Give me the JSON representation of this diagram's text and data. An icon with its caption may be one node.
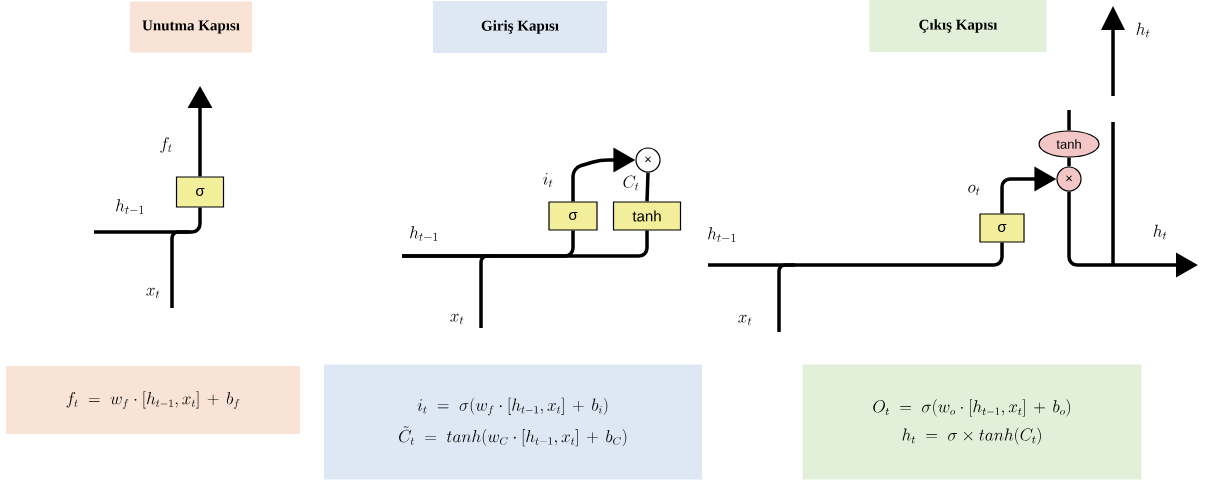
{
  "diagram": {
    "nodes": [
      {
        "text": [
          "Unutma Kapısı"
        ]
      },
      {
        "text": [
          "σ"
        ]
      },
      {
        "text": [
          "f_t\\;=\\;w_f\\cdot[h_{t-1},x_t]\\,+\\,b_f"
        ]
      },
      {
        "text": [
          "Giriş Kapısı"
        ]
      },
      {
        "text": [
          "σ"
        ]
      },
      {
        "text": [
          "tanh"
        ]
      },
      {
        "text": [
          "×"
        ]
      },
      {
        "text": [
          "i_t\\;=\\;\\sigma\\big(w_f\\cdot[h_{t-1},x_t]\\,+\\,b_i\\big)",
          "\\tilde{C}_t\\;=\\;tanh(w_C\\cdot[h_{t-1},x_t]\\,+\\,b_C)"
        ]
      },
      {
        "text": [
          "Çıkış Kapısı"
        ]
      },
      {
        "text": [
          "σ"
        ]
      },
      {
        "text": [
          "×"
        ]
      },
      {
        "text": [
          "tanh"
        ]
      },
      {
        "text": [
          "O_t\\;=\\;\\sigma(w_o\\cdot[h_{t-1},x_t]\\,+\\,b_o)",
          "h_t\\;=\\;\\sigma\\times tanh(C_t)"
        ]
      }
    ],
    "edges": [
      {
        "from": null,
        "to": 1,
        "arrow": "none"
      },
      {
        "from": 1,
        "to": null,
        "arrow": "to"
      },
      {
        "from": null,
        "to": 4,
        "arrow": "none"
      },
      {
        "from": null,
        "to": 5,
        "arrow": "none"
      },
      {
        "from": 4,
        "to": 6,
        "arrow": "to"
      },
      {
        "from": 5,
        "to": 6,
        "arrow": "none"
      },
      {
        "from": null,
        "to": 9,
        "arrow": "none"
      },
      {
        "from": 9,
        "to": 10,
        "arrow": "to"
      },
      {
        "from": null,
        "to": 11,
        "arrow": "none"
      },
      {
        "from": 11,
        "to": 10,
        "arrow": "none"
      },
      {
        "from": 10,
        "to": null,
        "arrow": "to"
      }
    ],
    "labels": [
      "f_t",
      "h_{t-1}",
      "x_t",
      "i_t",
      "C_t",
      "h_{t-1}",
      "x_t",
      "h_t",
      "o_t",
      "h_{t-1}",
      "h_t",
      "x_t"
    ]
  }
}
